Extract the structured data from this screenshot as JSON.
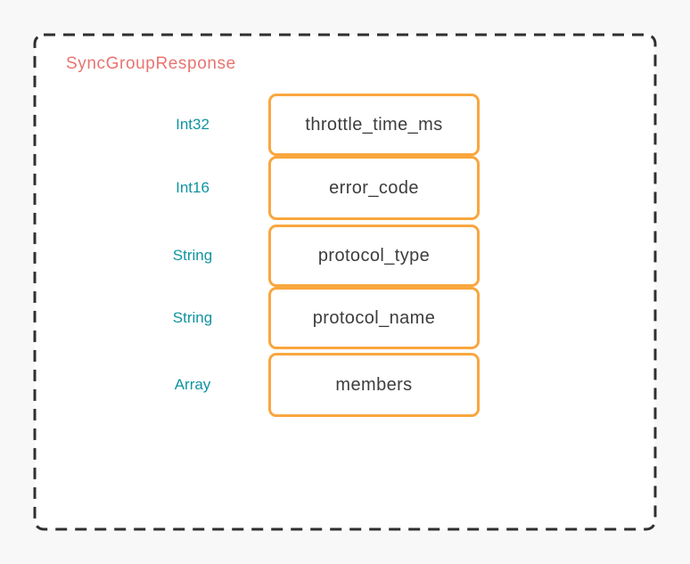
{
  "diagram": {
    "title": "SyncGroupResponse",
    "fields": [
      {
        "type": "Int32",
        "name": "throttle_time_ms"
      },
      {
        "type": "Int16",
        "name": "error_code"
      },
      {
        "type": "String",
        "name": "protocol_type"
      },
      {
        "type": "String",
        "name": "protocol_name"
      },
      {
        "type": "Array",
        "name": "members"
      }
    ],
    "colors": {
      "page_background": "#F8F8F8",
      "canvas_background": "#FFFFFF",
      "outer_dashed_border": "#2F2F2F",
      "title_text": "#E87470",
      "type_label_text": "#1093A1",
      "field_box_border": "#F9A63E",
      "field_name_text": "#3D3D3D"
    }
  }
}
